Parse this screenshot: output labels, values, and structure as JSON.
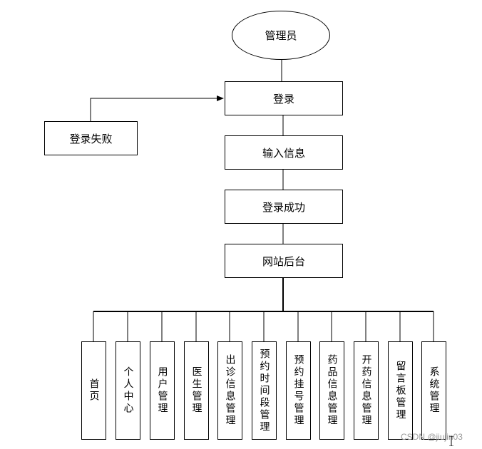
{
  "diagram": {
    "nodes": {
      "admin": "管理员",
      "login": "登录",
      "login_failed": "登录失败",
      "input_info": "输入信息",
      "login_success": "登录成功",
      "backend": "网站后台"
    },
    "modules": [
      "首页",
      "个人中心",
      "用户管理",
      "医生管理",
      "出诊信息管理",
      "预约时间段管理",
      "预约挂号管理",
      "药品信息管理",
      "开药信息管理",
      "留言板管理",
      "系统管理"
    ]
  },
  "watermark": "CSDN @jiujin03"
}
